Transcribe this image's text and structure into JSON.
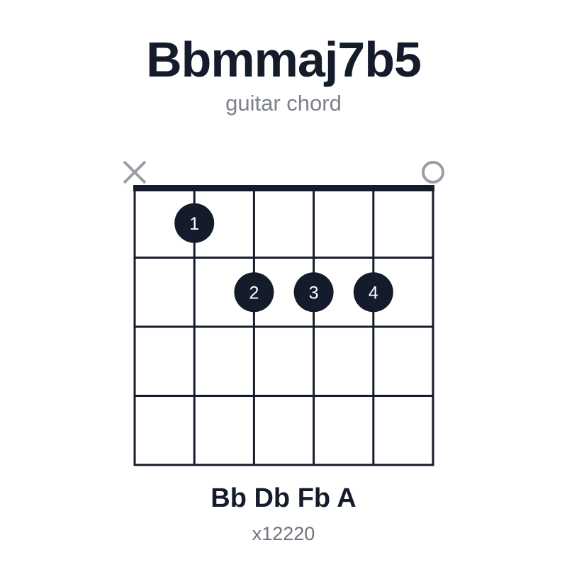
{
  "chord": {
    "name": "Bbmmaj7b5",
    "subtitle": "guitar chord",
    "notes": "Bb Db Fb A",
    "fingering": "x12220"
  },
  "diagram": {
    "strings": 6,
    "frets": 4,
    "string_markers": [
      "muted",
      "",
      "",
      "",
      "",
      "open"
    ],
    "dots": [
      {
        "string": 2,
        "fret": 1,
        "finger": "1"
      },
      {
        "string": 3,
        "fret": 2,
        "finger": "2"
      },
      {
        "string": 4,
        "fret": 2,
        "finger": "3"
      },
      {
        "string": 5,
        "fret": 2,
        "finger": "4"
      }
    ]
  },
  "colors": {
    "ink": "#141c2b",
    "marker": "#9b9ea4",
    "dot_text": "#ffffff"
  }
}
